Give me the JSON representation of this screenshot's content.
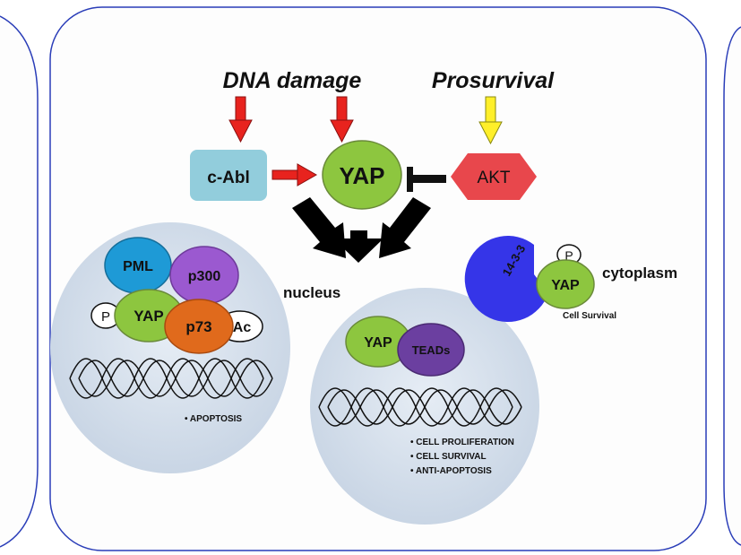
{
  "labels": {
    "dna_damage": "DNA damage",
    "prosurvival": "Prosurvival",
    "c_abl": "c-Abl",
    "yap_main": "YAP",
    "akt": "AKT",
    "nucleus": "nucleus",
    "cytoplasm": "cytoplasm",
    "pml": "PML",
    "p300": "p300",
    "p": "P",
    "yap_left": "YAP",
    "p73": "p73",
    "ac": "Ac",
    "apoptosis": "• APOPTOSIS",
    "yap_right": "YAP",
    "teads": "TEADs",
    "cell_proliferation": "• CELL PROLIFERATION",
    "cell_survival_bullet": "• CELL SURVIVAL",
    "anti_apoptosis": "• ANTI-APOPTOSIS",
    "p_cyto": "P",
    "yap_cyto": "YAP",
    "fourteen_3_3": "14-3-3",
    "cell_survival": "Cell Survival"
  },
  "colors": {
    "frame": "#2a3db8",
    "red_arrow": "#e8231e",
    "yellow_arrow": "#ffef2a",
    "c_abl_box": "#92cddc",
    "yap_green": "#8dc63f",
    "akt_red": "#e8474c",
    "pml_blue": "#1e9ad6",
    "p300_purple": "#9b59d0",
    "p73_orange": "#e06a1c",
    "teads_purple": "#6b3fa0",
    "fourteen_blue": "#3535e8",
    "nucleus_fill": "#cdd8e6"
  }
}
